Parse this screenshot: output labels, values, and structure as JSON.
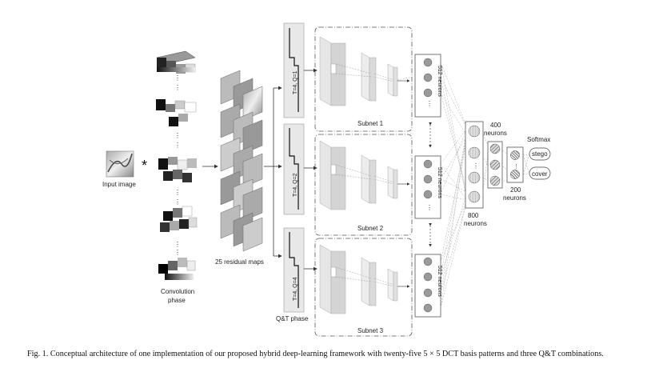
{
  "labels": {
    "input_image": "Input image",
    "convolution_phase_line1": "Convolution",
    "convolution_phase_line2": "phase",
    "residual_maps": "25 residual maps",
    "qt_phase": "Q&T phase",
    "qt1": "T=4, Q=1",
    "qt2": "T=4, Q=2",
    "qt3": "T=4, Q=4",
    "subnet1": "Subnet 1",
    "subnet2": "Subnet 2",
    "subnet3": "Subnet 3",
    "neurons_512": "512 neurons",
    "neurons_800_line1": "800",
    "neurons_800_line2": "neurons",
    "neurons_400_line1": "400",
    "neurons_400_line2": "neurons",
    "neurons_200_line1": "200",
    "neurons_200_line2": "neurons",
    "softmax": "Softmax",
    "stego": "stego",
    "cover": "cover",
    "conv_symbol": "*"
  },
  "caption": "Fig. 1.   Conceptual architecture of one implementation of our proposed hybrid deep-learning framework with twenty-five 5 × 5 DCT basis patterns and three Q&T combinations."
}
